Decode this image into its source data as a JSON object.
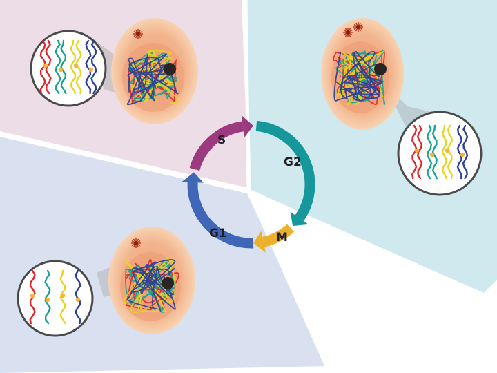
{
  "title": "",
  "phases": {
    "s": "S",
    "g2": "G2",
    "m": "M",
    "g1": "G1"
  },
  "colors": {
    "s_region": "#ecdde7",
    "g2_region": "#cfe9ee",
    "g1_region": "#d9e1f1",
    "s_arrow": "#9b3a7e",
    "g2_arrow": "#16979c",
    "m_arrow": "#ebb12c",
    "g1_arrow": "#3f66b7",
    "cell_outer": "#f6c9a4",
    "cell_inner": "#efaa80",
    "chromosome_red": "#e2262b",
    "chromosome_green": "#1aa38b",
    "chromosome_yellow": "#e7d51f",
    "chromosome_blue": "#2b3f96",
    "centromere": "#f4b43a",
    "centrosome": "#c0391f"
  },
  "icons": {
    "centrosome": "centrosome-icon",
    "nucleolus": "nucleolus-icon"
  }
}
